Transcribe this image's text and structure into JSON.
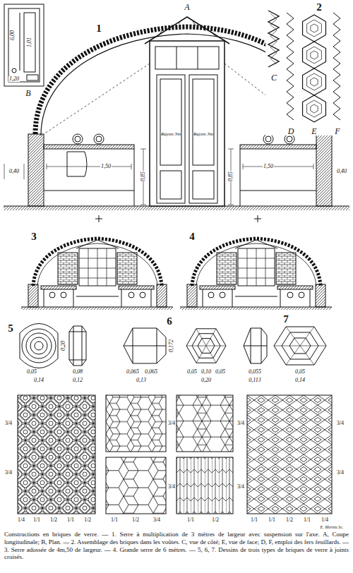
{
  "diagram": {
    "caption": "Constructions en briques de verre. — 1. Serre à multiplication de 3 mètres de largeur avec suspension sur l'axe. A, Coupe longitudinale; B, Plan. — 2. Assemblage des briques dans les voûtes. C, vue de côté; E, vue de face; D, F, emploi des fers feuillards. — 3. Serre adossée de 4m,50 de largeur. — 4. Grande serre de 6 mètres. — 5, 6, 7. Dessins de trois types de briques de verre à joints croisés.",
    "labels": [
      "1",
      "A",
      "2",
      "B",
      "6,00",
      "1,01",
      "1,20",
      "C",
      "D",
      "E",
      "F",
      "Rayon 3m",
      "Rayon 3m",
      "0,40",
      "0,85",
      "1,50",
      "0,85",
      "1,50",
      "0,40",
      "3",
      "4",
      "5",
      "6",
      "7",
      "0,20",
      "0,05",
      "0,14",
      "0,08",
      "0,12",
      "0,172",
      "0,065",
      "0,065",
      "0,13",
      "0,05",
      "0,10",
      "0,05",
      "0,20",
      "0,055",
      "0,113",
      "0,05",
      "0,14",
      "3/4",
      "3/4",
      "1/4",
      "1/1",
      "1/2",
      "1/1",
      "1/2",
      "3/4",
      "3/4",
      "1/1",
      "1/2",
      "3/4",
      "3/4",
      "3/4",
      "1/1",
      "1/2",
      "3/4",
      "3/4",
      "1/1",
      "1/1",
      "1/2",
      "1/1",
      "1/4",
      "E. Morieu Sc."
    ]
  }
}
